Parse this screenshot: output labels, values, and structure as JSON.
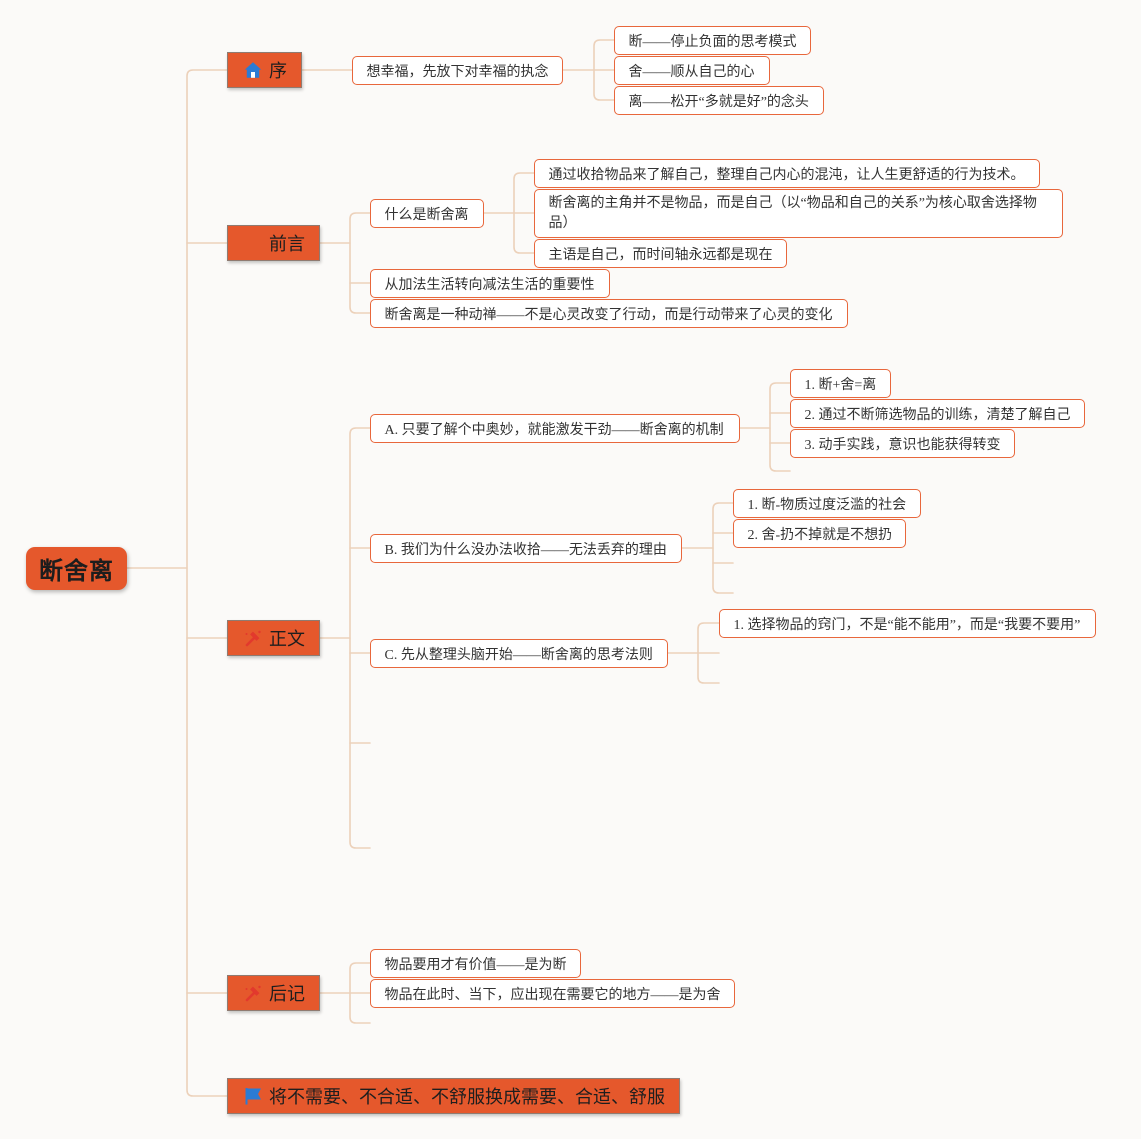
{
  "root": {
    "label": "断舍离"
  },
  "branches": [
    {
      "label": "序",
      "icon": "home-icon",
      "children": [
        {
          "label": "想幸福，先放下对幸福的执念",
          "children": [
            {
              "label": "断——停止负面的思考模式"
            },
            {
              "label": "舍——顺从自己的心"
            },
            {
              "label": "离——松开“多就是好”的念头"
            }
          ]
        }
      ]
    },
    {
      "label": "前言",
      "children": [
        {
          "label": "什么是断舍离",
          "children": [
            {
              "label": "通过收拾物品来了解自己，整理自己内心的混沌，让人生更舒适的行为技术。"
            },
            {
              "label": "断舍离的主角并不是物品，而是自己（以“物品和自己的关系”为核心取舍选择物品）"
            },
            {
              "label": "主语是自己，而时间轴永远都是现在"
            }
          ]
        },
        {
          "label": "从加法生活转向减法生活的重要性"
        },
        {
          "label": "断舍离是一种动禅——不是心灵改变了行动，而是行动带来了心灵的变化"
        }
      ]
    },
    {
      "label": "正文",
      "icon": "tools-icon",
      "children": [
        {
          "label": "A. 只要了解个中奥妙，就能激发干劲——断舍离的机制",
          "children": [
            {
              "label": "1. 断+舍=离"
            },
            {
              "label": "2. 通过不断筛选物品的训练，清楚了解自己"
            },
            {
              "label": "3. 动手实践，意识也能获得转变"
            }
          ]
        },
        {
          "label": "B. 我们为什么没办法收拾——无法丢弃的理由",
          "children": [
            {
              "label": "1. 断-物质过度泛滥的社会"
            },
            {
              "label": "2. 舍-扔不掉就是不想扔"
            }
          ]
        },
        {
          "label": "C. 先从整理头脑开始——断舍离的思考法则",
          "children": [
            {
              "label": "1. 选择物品的窍门，不是“能不能用”，而是“我要不要用”"
            }
          ]
        }
      ]
    },
    {
      "label": "后记",
      "icon": "tools-icon",
      "children": [
        {
          "label": "物品要用才有价值——是为断"
        },
        {
          "label": "物品在此时、当下，应出现在需要它的地方——是为舍"
        }
      ]
    },
    {
      "label": "将不需要、不合适、不舒服换成需要、合适、舒服",
      "icon": "flag-icon"
    }
  ],
  "colors": {
    "background": "#fbfaf8",
    "topic_fill": "#e5582c",
    "topic_border": "#e8673c",
    "connector": "#ecd1ba",
    "icon_blue": "#2b7bd4",
    "icon_red": "#e2392d"
  }
}
